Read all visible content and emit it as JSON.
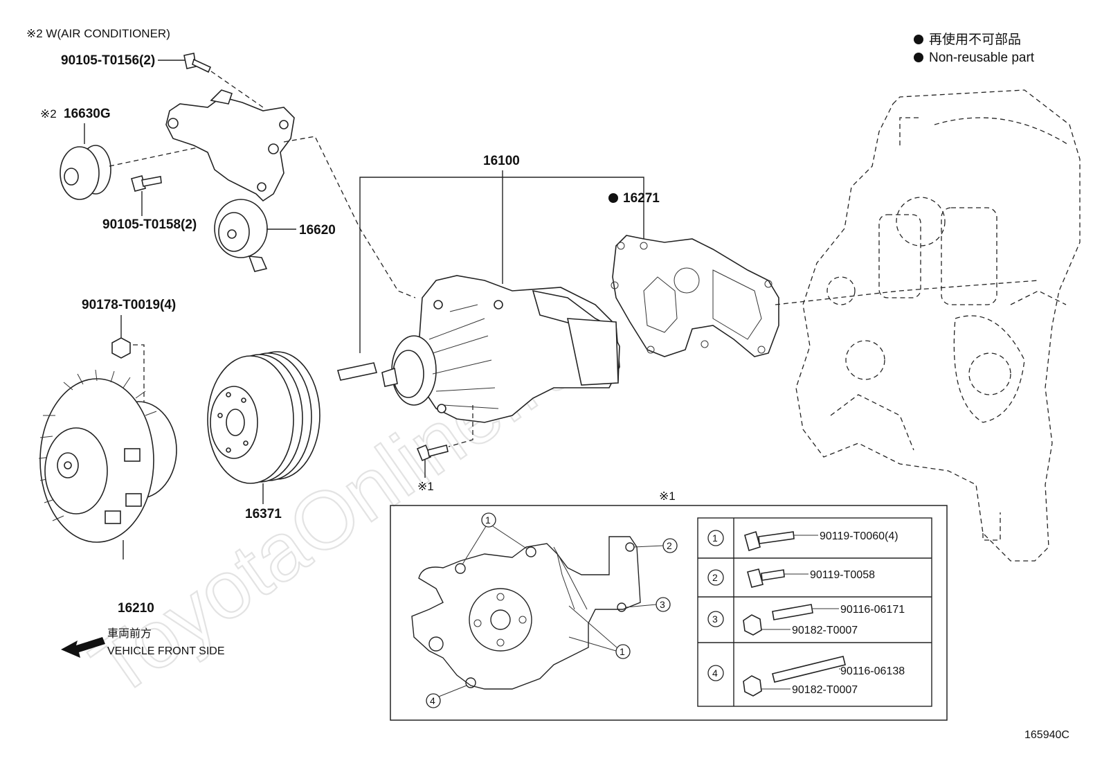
{
  "header": {
    "aircon_note": "※2 W(AIR CONDITIONER)",
    "legend_jp": "再使用不可部品",
    "legend_en": "Non-reusable part"
  },
  "parts": {
    "bolt_top": "90105-T0156(2)",
    "idler_pulley_mark": "※2",
    "idler_pulley": "16630G",
    "bracket_bolt": "90105-T0158(2)",
    "tensioner": "16620",
    "water_pump": "16100",
    "gasket": "16271",
    "nut_fan": "90178-T0019(4)",
    "fan_pulley": "16371",
    "fluid_coupling": "16210",
    "bolt_ref": "※1"
  },
  "direction": {
    "jp": "車両前方",
    "en": "VEHICLE FRONT SIDE"
  },
  "detail": {
    "title": "※1",
    "callouts": [
      "1",
      "2",
      "3",
      "1",
      "4"
    ],
    "rows": [
      {
        "num": "1",
        "codes": [
          "90119-T0060(4)"
        ]
      },
      {
        "num": "2",
        "codes": [
          "90119-T0058"
        ]
      },
      {
        "num": "3",
        "codes": [
          "90116-06171",
          "90182-T0007"
        ]
      },
      {
        "num": "4",
        "codes": [
          "90116-06138",
          "90182-T0007"
        ]
      }
    ]
  },
  "watermark": "ToyotaOnline.ru",
  "figure_id": "165940C"
}
